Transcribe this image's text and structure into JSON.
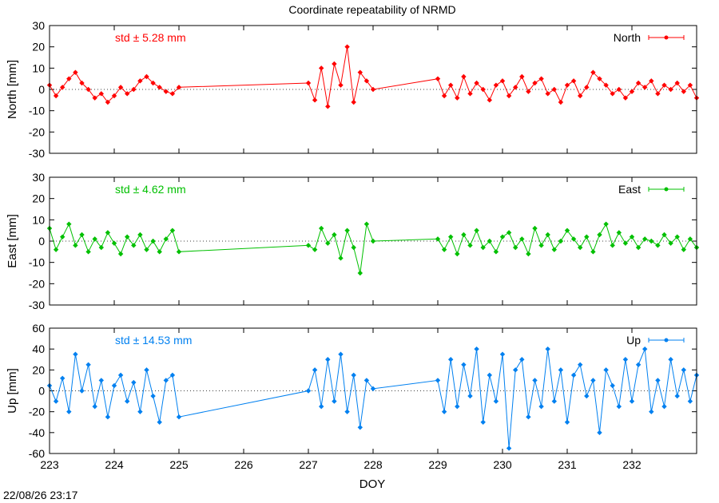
{
  "figure": {
    "title": "Coordinate repeatability of NRMD",
    "xlabel": "DOY",
    "timestamp": "22/08/26 23:17"
  },
  "chart_data": [
    {
      "type": "line",
      "title": "",
      "xlabel": "",
      "ylabel": "North [mm]",
      "ylim": [
        -30,
        30
      ],
      "yticks": [
        -30,
        -20,
        -10,
        0,
        10,
        20,
        30
      ],
      "xlim": [
        223,
        233
      ],
      "xticks": [
        223,
        224,
        225,
        226,
        227,
        228,
        229,
        230,
        231,
        232
      ],
      "grid": false,
      "legend": "top-right",
      "annotation": "std ± 5.28 mm",
      "color": "#ff0000",
      "series": [
        {
          "name": "North",
          "x": [
            223.0,
            223.1,
            223.2,
            223.3,
            223.4,
            223.5,
            223.6,
            223.7,
            223.8,
            223.9,
            224.0,
            224.1,
            224.2,
            224.3,
            224.4,
            224.5,
            224.6,
            224.7,
            224.8,
            224.9,
            225.0,
            227.0,
            227.1,
            227.2,
            227.3,
            227.4,
            227.5,
            227.6,
            227.7,
            227.8,
            227.9,
            228.0,
            229.0,
            229.1,
            229.2,
            229.3,
            229.4,
            229.5,
            229.6,
            229.7,
            229.8,
            229.9,
            230.0,
            230.1,
            230.2,
            230.3,
            230.4,
            230.5,
            230.6,
            230.7,
            230.8,
            230.9,
            231.0,
            231.1,
            231.2,
            231.3,
            231.4,
            231.5,
            231.6,
            231.7,
            231.8,
            231.9,
            232.0,
            232.1,
            232.2,
            232.3,
            232.4,
            232.5,
            232.6,
            232.7,
            232.8,
            232.9,
            233.0
          ],
          "y": [
            2,
            -3,
            1,
            5,
            8,
            3,
            0,
            -4,
            -2,
            -6,
            -3,
            1,
            -2,
            0,
            4,
            6,
            3,
            1,
            -1,
            -2,
            1,
            3,
            -5,
            10,
            -8,
            12,
            2,
            20,
            -6,
            8,
            4,
            0,
            5,
            -3,
            2,
            -4,
            6,
            -2,
            3,
            0,
            -5,
            2,
            4,
            -3,
            1,
            6,
            -1,
            3,
            5,
            -2,
            0,
            -6,
            2,
            4,
            -3,
            1,
            8,
            5,
            2,
            -2,
            0,
            -4,
            -1,
            3,
            1,
            4,
            -2,
            2,
            0,
            3,
            -1,
            2,
            -4
          ]
        }
      ]
    },
    {
      "type": "line",
      "title": "",
      "xlabel": "",
      "ylabel": "East [mm]",
      "ylim": [
        -30,
        30
      ],
      "yticks": [
        -30,
        -20,
        -10,
        0,
        10,
        20,
        30
      ],
      "xlim": [
        223,
        233
      ],
      "xticks": [
        223,
        224,
        225,
        226,
        227,
        228,
        229,
        230,
        231,
        232
      ],
      "grid": false,
      "legend": "top-right",
      "annotation": "std ± 4.62 mm",
      "color": "#00c000",
      "series": [
        {
          "name": "East",
          "x": [
            223.0,
            223.1,
            223.2,
            223.3,
            223.4,
            223.5,
            223.6,
            223.7,
            223.8,
            223.9,
            224.0,
            224.1,
            224.2,
            224.3,
            224.4,
            224.5,
            224.6,
            224.7,
            224.8,
            224.9,
            225.0,
            227.0,
            227.1,
            227.2,
            227.3,
            227.4,
            227.5,
            227.6,
            227.7,
            227.8,
            227.9,
            228.0,
            229.0,
            229.1,
            229.2,
            229.3,
            229.4,
            229.5,
            229.6,
            229.7,
            229.8,
            229.9,
            230.0,
            230.1,
            230.2,
            230.3,
            230.4,
            230.5,
            230.6,
            230.7,
            230.8,
            230.9,
            231.0,
            231.1,
            231.2,
            231.3,
            231.4,
            231.5,
            231.6,
            231.7,
            231.8,
            231.9,
            232.0,
            232.1,
            232.2,
            232.3,
            232.4,
            232.5,
            232.6,
            232.7,
            232.8,
            232.9,
            233.0
          ],
          "y": [
            6,
            -4,
            2,
            8,
            -2,
            3,
            -5,
            1,
            -3,
            4,
            -1,
            -6,
            2,
            -2,
            3,
            -4,
            0,
            -5,
            1,
            5,
            -5,
            -2,
            -4,
            6,
            -1,
            3,
            -8,
            5,
            -3,
            -15,
            8,
            0,
            1,
            -4,
            2,
            -6,
            3,
            -2,
            5,
            -3,
            0,
            -5,
            2,
            4,
            -3,
            1,
            -6,
            6,
            -2,
            3,
            -4,
            0,
            5,
            1,
            -3,
            2,
            -5,
            3,
            8,
            -2,
            4,
            -1,
            2,
            -3,
            1,
            0,
            -2,
            3,
            -1,
            2,
            -4,
            1,
            -3
          ]
        }
      ]
    },
    {
      "type": "line",
      "title": "",
      "xlabel": "DOY",
      "ylabel": "Up [mm]",
      "ylim": [
        -60,
        60
      ],
      "yticks": [
        -60,
        -40,
        -20,
        0,
        20,
        40,
        60
      ],
      "xlim": [
        223,
        233
      ],
      "xticks": [
        223,
        224,
        225,
        226,
        227,
        228,
        229,
        230,
        231,
        232
      ],
      "grid": false,
      "legend": "top-right",
      "annotation": "std ± 14.53 mm",
      "color": "#0080f0",
      "series": [
        {
          "name": "Up",
          "x": [
            223.0,
            223.1,
            223.2,
            223.3,
            223.4,
            223.5,
            223.6,
            223.7,
            223.8,
            223.9,
            224.0,
            224.1,
            224.2,
            224.3,
            224.4,
            224.5,
            224.6,
            224.7,
            224.8,
            224.9,
            225.0,
            227.0,
            227.1,
            227.2,
            227.3,
            227.4,
            227.5,
            227.6,
            227.7,
            227.8,
            227.9,
            228.0,
            229.0,
            229.1,
            229.2,
            229.3,
            229.4,
            229.5,
            229.6,
            229.7,
            229.8,
            229.9,
            230.0,
            230.1,
            230.2,
            230.3,
            230.4,
            230.5,
            230.6,
            230.7,
            230.8,
            230.9,
            231.0,
            231.1,
            231.2,
            231.3,
            231.4,
            231.5,
            231.6,
            231.7,
            231.8,
            231.9,
            232.0,
            232.1,
            232.2,
            232.3,
            232.4,
            232.5,
            232.6,
            232.7,
            232.8,
            232.9,
            233.0
          ],
          "y": [
            5,
            -10,
            12,
            -20,
            35,
            0,
            25,
            -15,
            10,
            -25,
            5,
            15,
            -10,
            8,
            -20,
            20,
            -5,
            -30,
            10,
            15,
            -25,
            0,
            20,
            -15,
            30,
            -10,
            35,
            -20,
            15,
            -35,
            10,
            2,
            10,
            -20,
            30,
            -15,
            25,
            -5,
            40,
            -30,
            15,
            -10,
            35,
            -55,
            20,
            30,
            -25,
            10,
            -15,
            40,
            -10,
            20,
            -30,
            15,
            25,
            -5,
            10,
            -40,
            20,
            5,
            -15,
            30,
            -10,
            25,
            40,
            -20,
            10,
            -15,
            30,
            -5,
            20,
            -10,
            15
          ]
        }
      ]
    }
  ]
}
